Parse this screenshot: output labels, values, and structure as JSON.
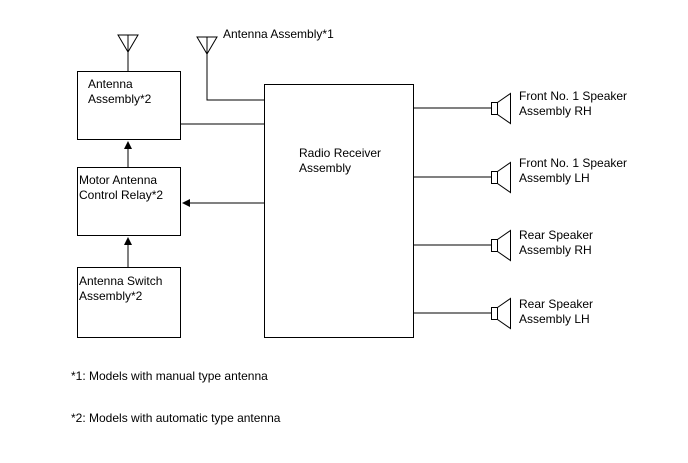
{
  "blocks": {
    "antenna_assembly_2": {
      "line1": "Antenna",
      "line2": "Assembly*2"
    },
    "motor_antenna_relay": {
      "line1": "Motor Antenna",
      "line2": "Control Relay*2"
    },
    "antenna_switch": {
      "line1": "Antenna Switch",
      "line2": "Assembly*2"
    },
    "radio_receiver": {
      "line1": "Radio Receiver",
      "line2": "Assembly"
    }
  },
  "antenna_label": "Antenna Assembly*1",
  "speakers": [
    {
      "line1": "Front No. 1 Speaker",
      "line2": "Assembly RH"
    },
    {
      "line1": "Front No. 1 Speaker",
      "line2": "Assembly LH"
    },
    {
      "line1": "Rear Speaker",
      "line2": "Assembly RH"
    },
    {
      "line1": "Rear Speaker",
      "line2": "Assembly LH"
    }
  ],
  "notes": [
    "*1: Models with manual type antenna",
    "*2: Models with automatic type antenna"
  ]
}
